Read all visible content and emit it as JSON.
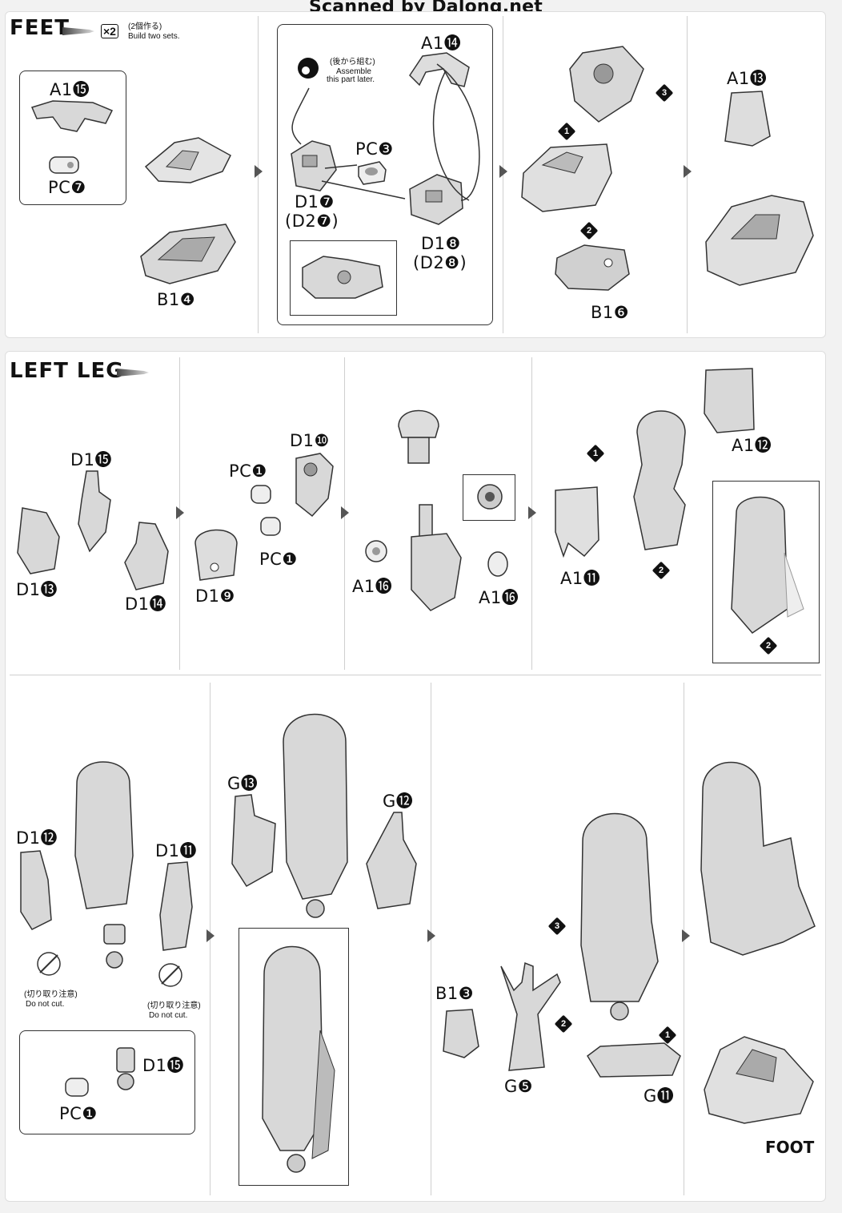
{
  "watermark": "Scanned by Dalong.net",
  "feet": {
    "title": "FEET",
    "multiplier": "×2",
    "multiplier_jp": "(2個作る)",
    "multiplier_en": "Build two sets.",
    "labels": {
      "a1_15": "A1⓯",
      "pc7": "PC❼",
      "b1_4": "B1❹",
      "a1_14": "A1⓮",
      "pc3": "PC❸",
      "d1_7": "D1❼",
      "d2_7": "(D2❼)",
      "d1_8": "D1❽",
      "d2_8": "(D2❽)",
      "b1_6": "B1❻",
      "a1_13": "A1⓭"
    },
    "note_jp": "(後から組む)",
    "note_en_1": "Assemble",
    "note_en_2": "this part later."
  },
  "left_leg": {
    "title": "LEFT LEG",
    "labels": {
      "d1_15": "D1⓯",
      "d1_13": "D1⓭",
      "d1_14": "D1⓮",
      "pc1a": "PC❶",
      "pc1b": "PC❶",
      "d1_10": "D1❿",
      "d1_9": "D1❾",
      "a1_16a": "A1⓰",
      "a1_16b": "A1⓰",
      "a1_12": "A1⓬",
      "a1_11": "A1⓫",
      "d1_12": "D1⓬",
      "d1_11": "D1⓫",
      "d1_15b": "D1⓯",
      "pc1c": "PC❶",
      "g13": "G⓭",
      "g12": "G⓬",
      "b1_3": "B1❸",
      "g5": "G❺",
      "g11": "G⓫",
      "foot": "FOOT"
    },
    "cut_jp": "(切り取り注意)",
    "cut_en": "Do not cut."
  },
  "steps": [
    "1",
    "2",
    "3"
  ]
}
